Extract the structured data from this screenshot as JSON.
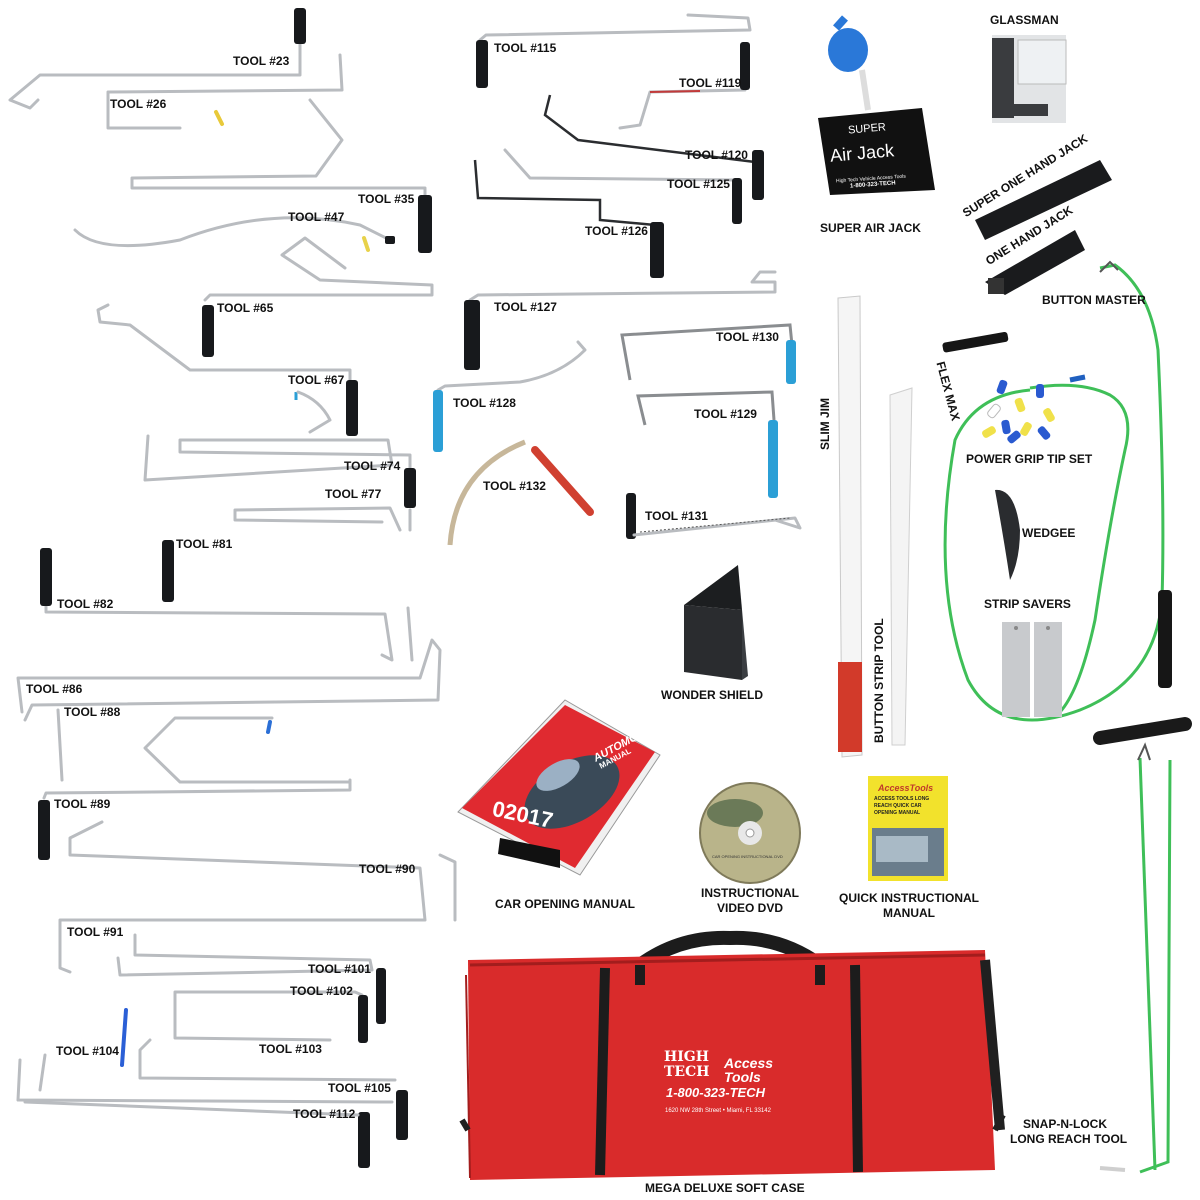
{
  "tools": [
    "TOOL #23",
    "TOOL #26",
    "TOOL #35",
    "TOOL #47",
    "TOOL #65",
    "TOOL #67",
    "TOOL #74",
    "TOOL #77",
    "TOOL #81",
    "TOOL #82",
    "TOOL #86",
    "TOOL #88",
    "TOOL #89",
    "TOOL #90",
    "TOOL #91",
    "TOOL #101",
    "TOOL #102",
    "TOOL #103",
    "TOOL #104",
    "TOOL #105",
    "TOOL #112",
    "TOOL #115",
    "TOOL #119",
    "TOOL #120",
    "TOOL #125",
    "TOOL #126",
    "TOOL #127",
    "TOOL #128",
    "TOOL #130",
    "TOOL #129",
    "TOOL #132",
    "TOOL #131"
  ],
  "products": {
    "glassman": "GLASSMAN",
    "super_air_jack": "SUPER AIR JACK",
    "super_one_hand_jack": "SUPER ONE HAND JACK",
    "one_hand_jack": "ONE HAND JACK",
    "button_master": "BUTTON MASTER",
    "slim_jim": "SLIM JIM",
    "flex_max": "FLEX MAX",
    "power_grip_tip_set": "POWER GRIP TIP SET",
    "wedgee": "WEDGEE",
    "strip_savers": "STRIP SAVERS",
    "button_strip_tool": "BUTTON STRIP TOOL",
    "wonder_shield": "WONDER SHIELD",
    "car_opening_manual": "CAR OPENING MANUAL",
    "instructional_video_dvd_1": "INSTRUCTIONAL",
    "instructional_video_dvd_2": "VIDEO DVD",
    "quick_manual_1": "QUICK INSTRUCTIONAL",
    "quick_manual_2": "MANUAL",
    "snap_n_lock_1": "SNAP-N-LOCK",
    "snap_n_lock_2": "LONG REACH TOOL",
    "soft_case": "MEGA DELUXE SOFT CASE"
  },
  "artwork": {
    "air_jack_top": "SUPER",
    "air_jack_main": "Air Jack",
    "air_jack_sub": "High Tech Vehicle Access Tools",
    "air_jack_phone": "1-800-323-TECH",
    "manual_cover_title": "AUTOMOTIVE",
    "manual_cover_sub": "MANUAL",
    "manual_cover_year": "02017",
    "dvd_label": "CAR OPENING INSTRUCTIONAL DVD",
    "quick_manual_brand": "AccessTools",
    "quick_manual_text": "ACCESS TOOLS LONG REACH QUICK CAR OPENING MANUAL",
    "case_brand_left": "HIGH TECH",
    "case_brand_right": "Access Tools",
    "case_phone": "1-800-323-TECH",
    "case_address": "1620 NW 28th Street  •  Miami, FL 33142"
  },
  "colors": {
    "case_red": "#d92b2b",
    "grip_black": "#17191c",
    "grip_blue": "#2b9fd6",
    "rod_steel": "#b9bcc0",
    "button_master_green": "#3fbf58"
  }
}
